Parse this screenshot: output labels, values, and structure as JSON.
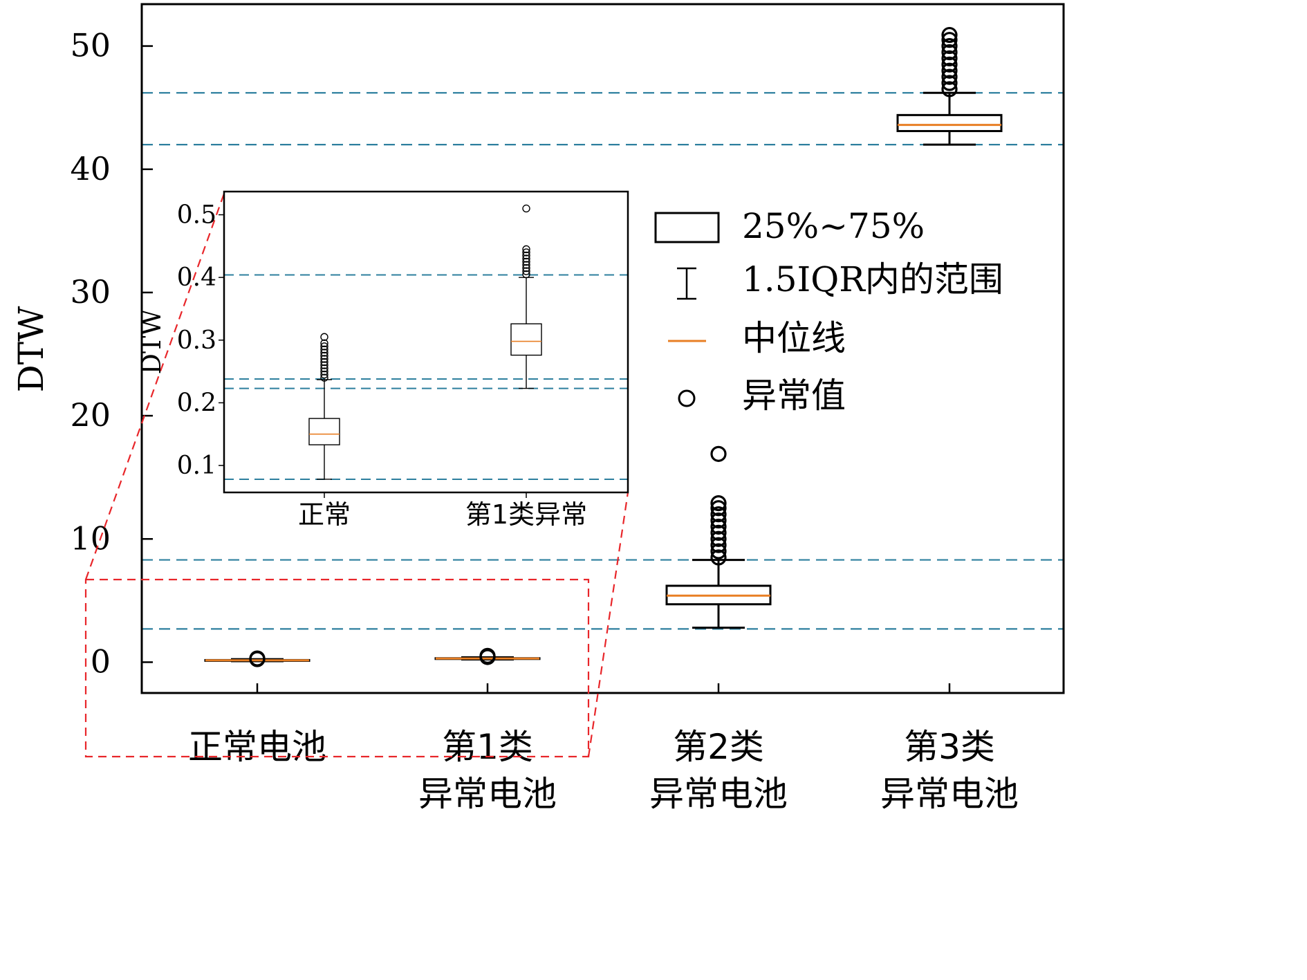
{
  "colors": {
    "median": "#e87f24",
    "threshold": "#2d7f9e",
    "zoom": "#e8262a",
    "box": "#000000"
  },
  "chart_data": [
    {
      "type": "box",
      "ylabel": "DTW",
      "ylim": [
        -2.5,
        53.4
      ],
      "yticks": [
        0,
        10,
        20,
        30,
        40,
        50
      ],
      "categories": [
        {
          "line1": "正常电池",
          "line2": ""
        },
        {
          "line1": "第1类",
          "line2": "异常电池"
        },
        {
          "line1": "第2类",
          "line2": "异常电池"
        },
        {
          "line1": "第3类",
          "line2": "异常电池"
        }
      ],
      "boxes": [
        {
          "q1": 0.13,
          "median": 0.15,
          "q3": 0.17,
          "whisker_low": 0.08,
          "whisker_high": 0.24,
          "outliers": [
            0.25,
            0.27,
            0.3
          ]
        },
        {
          "q1": 0.27,
          "median": 0.3,
          "q3": 0.32,
          "whisker_low": 0.22,
          "whisker_high": 0.4,
          "outliers": [
            0.42,
            0.44,
            0.51
          ]
        },
        {
          "q1": 4.7,
          "median": 5.4,
          "q3": 6.2,
          "whisker_low": 2.8,
          "whisker_high": 8.3,
          "outliers": [
            8.5,
            9.0,
            9.5,
            10.0,
            10.5,
            11.0,
            11.5,
            12.0,
            12.5,
            12.9,
            16.9
          ]
        },
        {
          "q1": 43.1,
          "median": 43.6,
          "q3": 44.4,
          "whisker_low": 42.0,
          "whisker_high": 46.2,
          "outliers": [
            46.5,
            47.0,
            47.5,
            48.0,
            48.5,
            49.0,
            49.5,
            50.0,
            50.5,
            50.9
          ]
        }
      ],
      "threshold_lines": [
        46.2,
        42.0,
        8.3,
        2.7
      ],
      "grid": false,
      "legend_position": "right (inside plot)",
      "legend": [
        {
          "symbol": "box",
          "label": "25%~75%"
        },
        {
          "symbol": "whisker",
          "label": "1.5IQR内的范围"
        },
        {
          "symbol": "median-line",
          "label": "中位线"
        },
        {
          "symbol": "outlier",
          "label": "异常值"
        }
      ]
    },
    {
      "type": "box",
      "role": "inset zoom of first two groups",
      "ylabel": "DTW",
      "ylim": [
        0.057,
        0.537
      ],
      "yticks": [
        "0.1",
        "0.2",
        "0.3",
        "0.4",
        "0.5"
      ],
      "categories": [
        "正常",
        "第1类异常"
      ],
      "boxes": [
        {
          "q1": 0.133,
          "median": 0.15,
          "q3": 0.175,
          "whisker_low": 0.078,
          "whisker_high": 0.237,
          "outliers": [
            0.24,
            0.245,
            0.25,
            0.255,
            0.26,
            0.265,
            0.27,
            0.275,
            0.28,
            0.285,
            0.29,
            0.295,
            0.305
          ]
        },
        {
          "q1": 0.276,
          "median": 0.298,
          "q3": 0.326,
          "whisker_low": 0.223,
          "whisker_high": 0.4,
          "outliers": [
            0.405,
            0.41,
            0.415,
            0.42,
            0.425,
            0.43,
            0.435,
            0.44,
            0.445,
            0.51
          ]
        }
      ],
      "threshold_lines": [
        0.404,
        0.238,
        0.223,
        0.078
      ]
    }
  ]
}
